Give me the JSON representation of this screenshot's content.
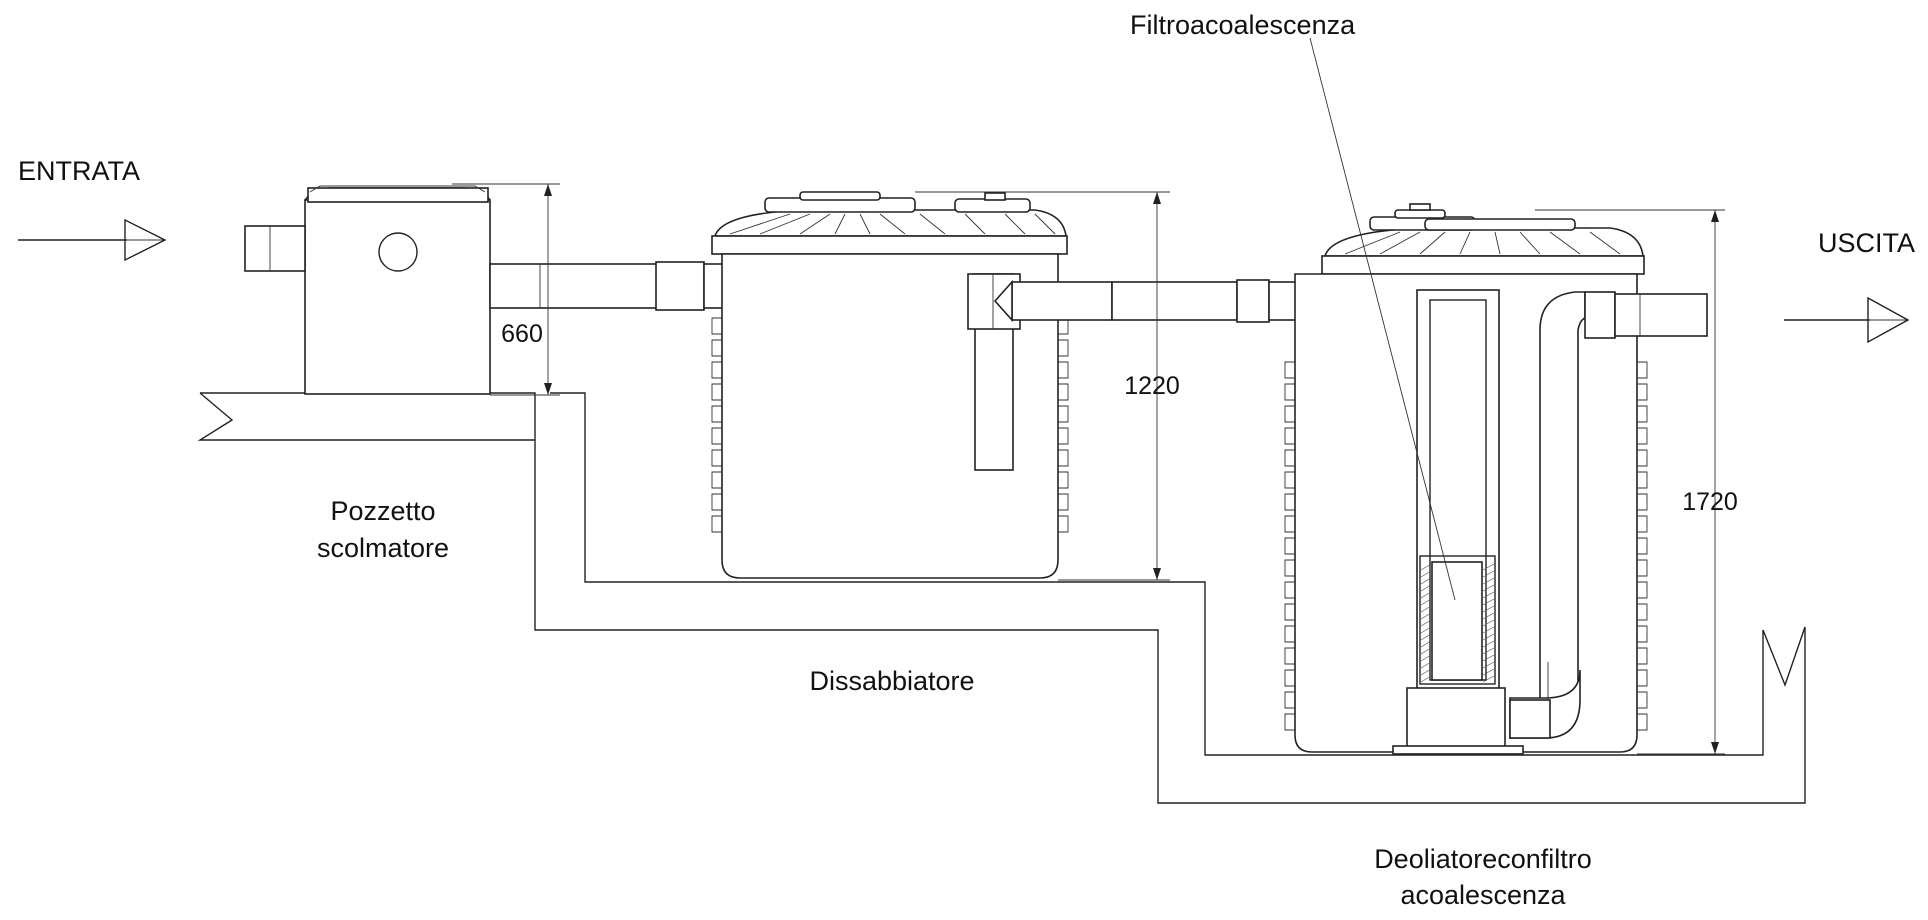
{
  "labels": {
    "inlet": "ENTRATA",
    "outlet": "USCITA",
    "filter": "Filtroacoalescenza",
    "tank1_line1": "Pozzetto",
    "tank1_line2": "scolmatore",
    "tank2": "Dissabbiatore",
    "tank3_line1": "Deoliatoreconfiltro",
    "tank3_line2": "acoalescenza"
  },
  "dimensions": {
    "tank1_height": "660",
    "tank2_height": "1220",
    "tank3_height": "1720"
  }
}
